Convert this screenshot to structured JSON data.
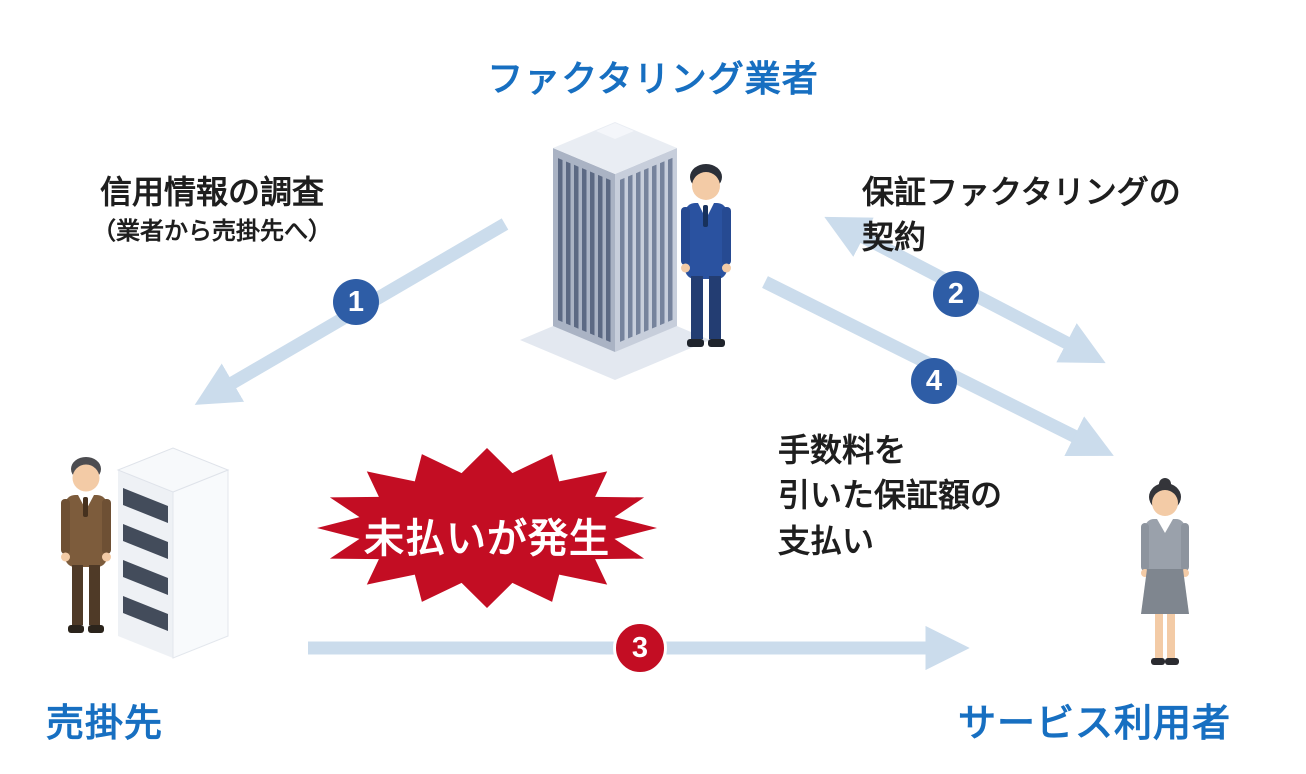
{
  "labels": {
    "factoring_company": "ファクタリング業者",
    "seller": "売掛先",
    "service_user": "サービス利用者"
  },
  "steps": {
    "step1": {
      "number": "1",
      "line1": "信用情報の調査",
      "line2": "（業者から売掛先へ）"
    },
    "step2": {
      "number": "2",
      "line1": "保証ファクタリングの",
      "line2": "契約"
    },
    "step3": {
      "number": "3"
    },
    "step4": {
      "number": "4",
      "line1": "手数料を",
      "line2": "引いた保証額の",
      "line3": "支払い"
    }
  },
  "burst": {
    "text": "未払いが発生"
  },
  "colors": {
    "accent_blue": "#176fc1",
    "badge_blue": "#2e5da6",
    "badge_red": "#c30d23",
    "burst_red": "#c30d23",
    "arrow_blue": "#cbdcec",
    "text_dark": "#1e1e1e"
  }
}
